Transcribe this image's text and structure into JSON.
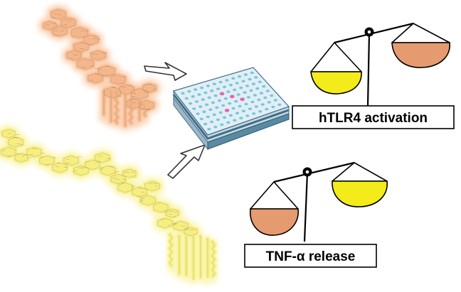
{
  "labels": {
    "top": "hTLR4 activation",
    "bottom": "TNF-α release"
  },
  "colors": {
    "orange_molecule": "#F5B487",
    "orange_glow": "#FBD3B6",
    "yellow_molecule": "#F5EE7A",
    "yellow_glow": "#FBF6B8",
    "pan_orange": "#E69A70",
    "pan_yellow": "#F3EC1A",
    "plate_base": "#D7E4EE",
    "plate_top": "#E2EDF5",
    "plate_edge": "#3E6F86",
    "well": "#5CC3D1",
    "well_hit": "#D86AB0"
  },
  "icons": {
    "molecule_orange": "orange-glycolipid-structure",
    "molecule_yellow": "yellow-glycolipid-structure",
    "arrows": "hollow-arrow",
    "plate": "multiwell-plate",
    "balance": "balance-scale"
  }
}
